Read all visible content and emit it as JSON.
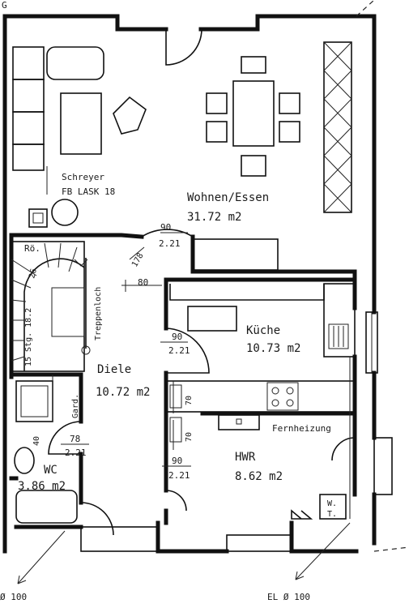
{
  "rooms": {
    "wohnen": {
      "name": "Wohnen/Essen",
      "area": "31.72 m2"
    },
    "kueche": {
      "name": "Küche",
      "area": "10.73 m2"
    },
    "diele": {
      "name": "Diele",
      "area": "10.72 m2"
    },
    "hwr": {
      "name": "HWR",
      "area": "8.62 m2"
    },
    "wc": {
      "name": "WC",
      "area": "3.86 m2"
    }
  },
  "annotations": {
    "fireplace_1": "Schreyer",
    "fireplace_2": "FB LASK 18",
    "roe": "Rö.",
    "stairs": "15 Stg. 18.2",
    "stairs_width": "26",
    "treppenloch": "Treppenloch",
    "garderobe": "Gard.",
    "fernheizung": "Fernheizung",
    "wt": "W.\nT.",
    "top_g": "G",
    "drain_left": "Ø 100",
    "drain_right": "EL Ø 100",
    "dim_80": "80",
    "dim_178": "178",
    "dim_70a": "70",
    "dim_70b": "70",
    "wc_dim": "40",
    "doors": {
      "wohnen": {
        "w": "90",
        "h": "2.21"
      },
      "kueche": {
        "w": "90",
        "h": "2.21"
      },
      "hwr": {
        "w": "90",
        "h": "2.21"
      },
      "wc": {
        "w": "78",
        "h": "2.21"
      }
    }
  }
}
